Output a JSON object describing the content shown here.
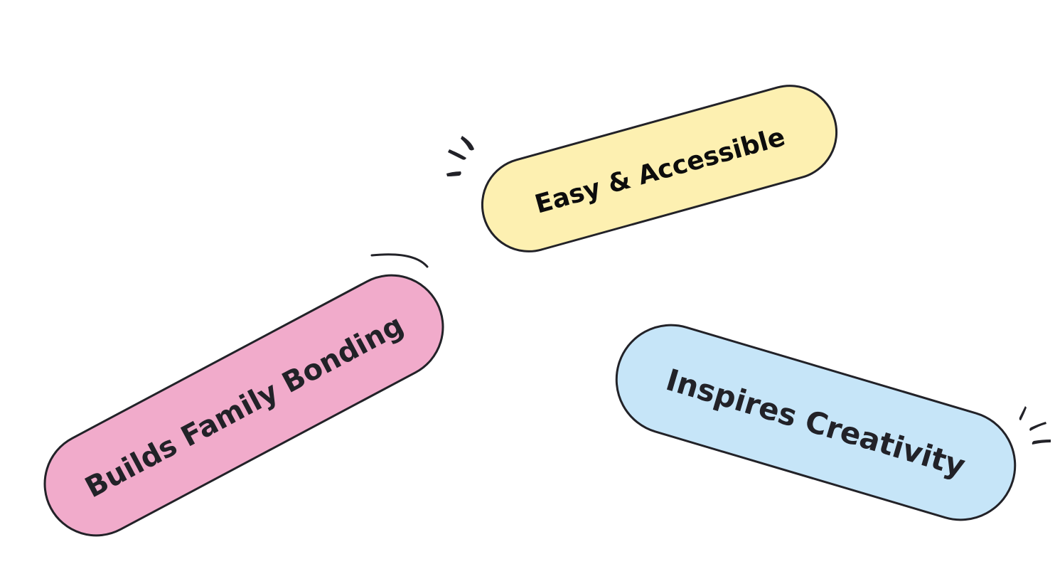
{
  "pills": [
    {
      "id": "easy-accessible",
      "label": "Easy & Accessible",
      "fill_color": "#FDF0B1"
    },
    {
      "id": "builds-family-bonding",
      "label": "Builds Family Bonding",
      "fill_color": "#F1ABCB"
    },
    {
      "id": "inspires-creativity",
      "label": "Inspires Creativity",
      "fill_color": "#C6E5F8"
    }
  ],
  "colors": {
    "background": "#FFFFFF",
    "outline": "#222228"
  }
}
